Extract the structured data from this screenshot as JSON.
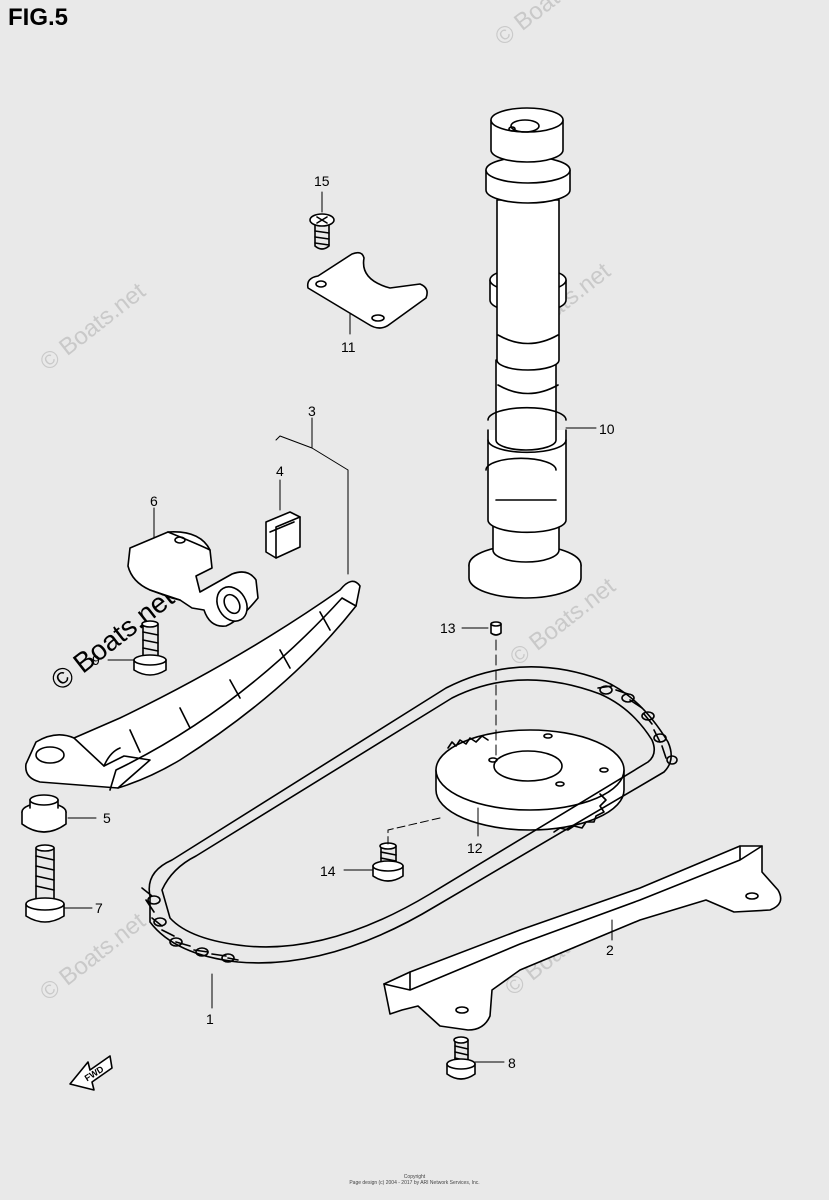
{
  "title": "FIG.5",
  "watermark": "© Boats.net",
  "footer": {
    "line1": "Copyright",
    "line2": "Page design (c) 2004 - 2017 by ARI Network Services, Inc."
  },
  "callouts": [
    "1",
    "2",
    "3",
    "4",
    "5",
    "6",
    "7",
    "8",
    "9",
    "10",
    "11",
    "12",
    "13",
    "14",
    "15"
  ],
  "fwd_label": "FWD"
}
